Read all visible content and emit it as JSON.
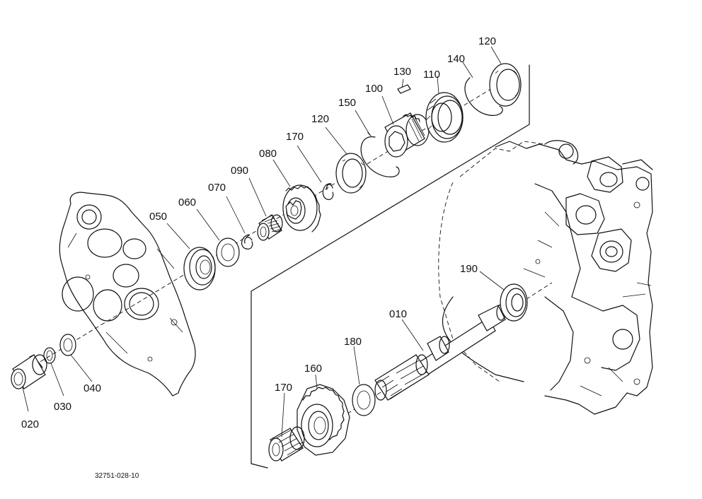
{
  "diagram": {
    "drawing_number": "32751-028-10",
    "parts": [
      {
        "id": "p010",
        "label": "010"
      },
      {
        "id": "p020",
        "label": "020"
      },
      {
        "id": "p030",
        "label": "030"
      },
      {
        "id": "p040",
        "label": "040"
      },
      {
        "id": "p050",
        "label": "050"
      },
      {
        "id": "p060",
        "label": "060"
      },
      {
        "id": "p070",
        "label": "070"
      },
      {
        "id": "p080",
        "label": "080"
      },
      {
        "id": "p090",
        "label": "090"
      },
      {
        "id": "p100",
        "label": "100"
      },
      {
        "id": "p110",
        "label": "110"
      },
      {
        "id": "p120a",
        "label": "120"
      },
      {
        "id": "p120b",
        "label": "120"
      },
      {
        "id": "p130",
        "label": "130"
      },
      {
        "id": "p140a",
        "label": "140"
      },
      {
        "id": "p140b",
        "label": "140"
      },
      {
        "id": "p150",
        "label": "150"
      },
      {
        "id": "p160",
        "label": "160"
      },
      {
        "id": "p170",
        "label": "170"
      },
      {
        "id": "p180",
        "label": "180"
      },
      {
        "id": "p190",
        "label": "190"
      }
    ]
  }
}
